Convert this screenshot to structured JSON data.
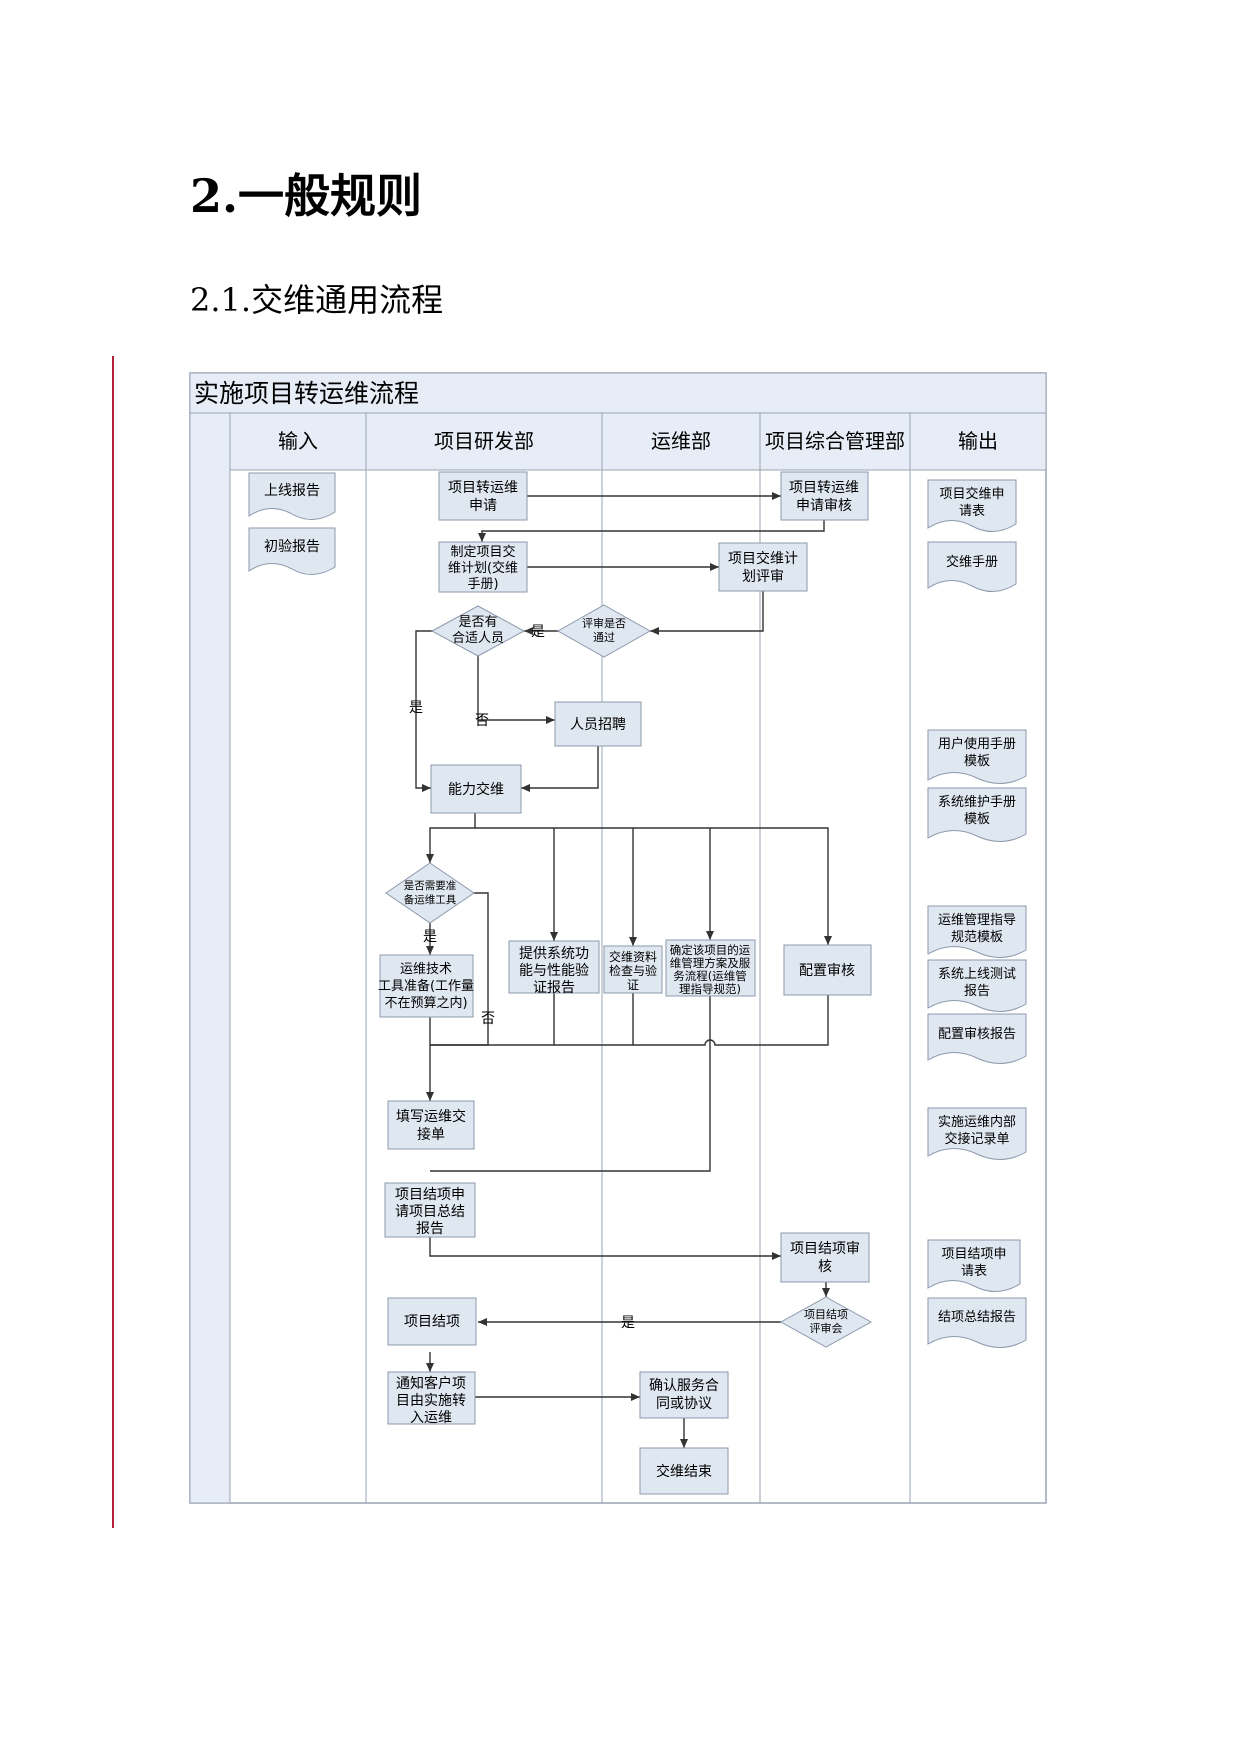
{
  "page": {
    "heading_number": "2.",
    "heading_text": "一般规则",
    "subheading_number": "2.1.",
    "subheading_text": "交维通用流程"
  },
  "diagram": {
    "title": "实施项目转运维流程",
    "lanes": [
      "输入",
      "项目研发部",
      "运维部",
      "项目综合管理部",
      "输出"
    ],
    "inputs": {
      "launch_report": "上线报告",
      "initial_report": "初验报告"
    },
    "nodes": {
      "apply": [
        "项目转运维",
        "申请"
      ],
      "apply_review": [
        "项目转运维",
        "申请审核"
      ],
      "make_plan": [
        "制定项目交",
        "维计划(交维",
        "手册)"
      ],
      "plan_review": [
        "项目交维计",
        "划评审"
      ],
      "review_pass": [
        "评审是否",
        "通过"
      ],
      "has_staff": [
        "是否有",
        "合适人员"
      ],
      "recruit": [
        "人员招聘"
      ],
      "capability": [
        "能力交维"
      ],
      "need_tools": [
        "是否需要准",
        "备运维工具"
      ],
      "tools_prep": [
        "运维技术",
        "工具准备(工作量",
        "不在预算之内)"
      ],
      "func_report": [
        "提供系统功",
        "能与性能验",
        "证报告"
      ],
      "doc_check": [
        "交维资料",
        "检查与验",
        "证"
      ],
      "service_plan": [
        "确定该项目的运",
        "维管理方案及服",
        "务流程(运维管",
        "理指导规范)"
      ],
      "config_audit": [
        "配置审核"
      ],
      "fill_form": [
        "填写运维交",
        "接单"
      ],
      "closure_apply": [
        "项目结项申",
        "请项目总结",
        "报告"
      ],
      "closure_review": [
        "项目结项审",
        "核"
      ],
      "closure_meeting": [
        "项目结项",
        "评审会"
      ],
      "closure": [
        "项目结项"
      ],
      "notify": [
        "通知客户项",
        "目由实施转",
        "入运维"
      ],
      "confirm_contract": [
        "确认服务合",
        "同或协议"
      ],
      "end": [
        "交维结束"
      ]
    },
    "outputs": {
      "handover_form": [
        "项目交维申",
        "请表"
      ],
      "handover_manual": [
        "交维手册"
      ],
      "user_manual": [
        "用户使用手册",
        "模板"
      ],
      "maint_manual": [
        "系统维护手册",
        "模板"
      ],
      "ops_guide": [
        "运维管理指导",
        "规范模板"
      ],
      "test_report": [
        "系统上线测试",
        "报告"
      ],
      "config_report": [
        "配置审核报告"
      ],
      "internal_record": [
        "实施运维内部",
        "交接记录单"
      ],
      "closure_form": [
        "项目结项申",
        "请表"
      ],
      "closure_summary": [
        "结项总结报告"
      ]
    },
    "labels": {
      "yes": "是",
      "no": "否"
    }
  }
}
